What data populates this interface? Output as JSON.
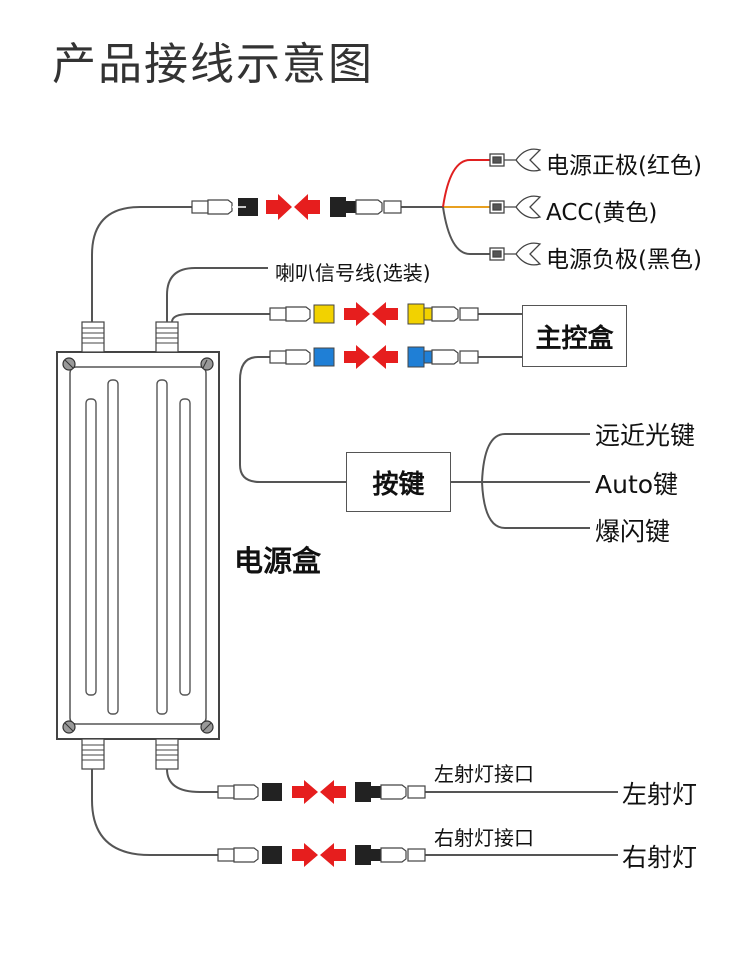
{
  "title": "产品接线示意图",
  "power_box": {
    "label": "电源盒"
  },
  "main_control": {
    "label": "主控盒"
  },
  "button_box": {
    "label": "按键"
  },
  "top_wires": {
    "positive": "电源正极(红色)",
    "acc": "ACC(黄色)",
    "negative": "电源负极(黑色)"
  },
  "horn": {
    "label": "喇叭信号线(选装)"
  },
  "button_functions": [
    "远近光键",
    "Auto键",
    "爆闪键"
  ],
  "left_lamp": {
    "port": "左射灯接口",
    "label": "左射灯"
  },
  "right_lamp": {
    "port": "右射灯接口",
    "label": "右射灯"
  },
  "colors": {
    "wire": "#555555",
    "red_wire": "#e02020",
    "yellow_wire": "#e8a020",
    "arrow": "#e61e1e",
    "yellow_connector": "#f2d200",
    "blue_connector": "#1f7fd6"
  }
}
